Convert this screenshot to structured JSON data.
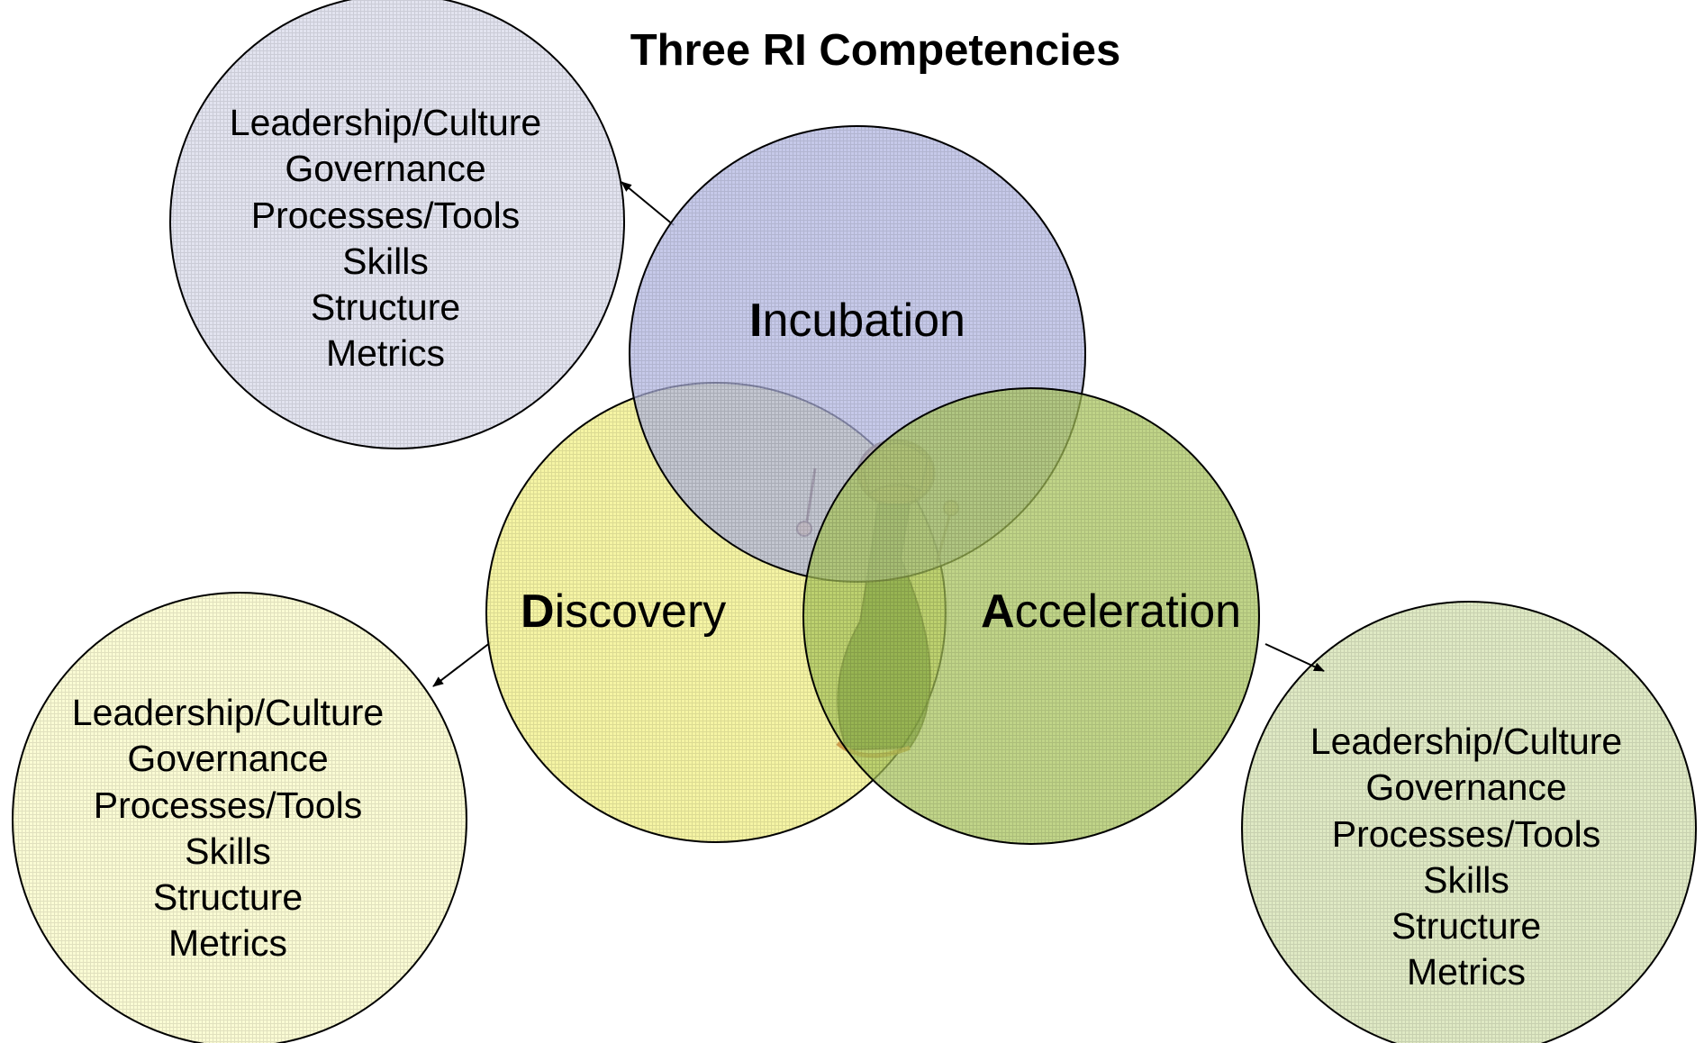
{
  "title": "Three RI Competencies",
  "competencies": {
    "incubation": {
      "initial": "I",
      "rest": "ncubation",
      "color": "#b0b4e0"
    },
    "discovery": {
      "initial": "D",
      "rest": "iscovery",
      "color": "#f4f39a"
    },
    "acceleration": {
      "initial": "A",
      "rest": "cceleration",
      "color": "#a7c45a"
    }
  },
  "detail_circles": {
    "incubation": {
      "items": [
        "Leadership/Culture",
        "Governance",
        "Processes/Tools",
        "Skills",
        "Structure",
        "Metrics"
      ],
      "color": "#e2e3ef"
    },
    "discovery": {
      "items": [
        "Leadership/Culture",
        "Governance",
        "Processes/Tools",
        "Skills",
        "Structure",
        "Metrics"
      ],
      "color": "#fafbd4"
    },
    "acceleration": {
      "items": [
        "Leadership/Culture",
        "Governance",
        "Processes/Tools",
        "Skills",
        "Structure",
        "Metrics"
      ],
      "color": "#dfe9c4"
    }
  }
}
